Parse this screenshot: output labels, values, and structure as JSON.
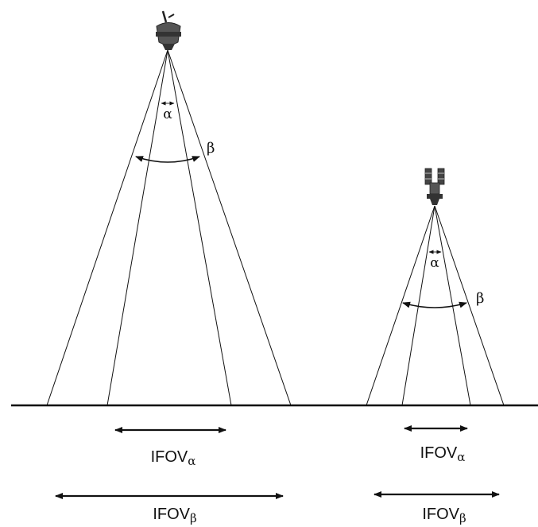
{
  "left_view": {
    "alpha_symbol": "α",
    "beta_symbol": "β",
    "ifov_alpha": {
      "base": "IFOV",
      "sub": "α"
    },
    "ifov_beta": {
      "base": "IFOV",
      "sub": "β"
    }
  },
  "right_view": {
    "alpha_symbol": "α",
    "beta_symbol": "β",
    "ifov_alpha": {
      "base": "IFOV",
      "sub": "α"
    },
    "ifov_beta": {
      "base": "IFOV",
      "sub": "β"
    }
  },
  "colors": {
    "line": "#111111",
    "ground": "#000000",
    "sensor": "#555555"
  },
  "icons": {
    "left_sensor": "satellite-sensor-icon",
    "right_sensor": "spacecraft-sensor-icon"
  }
}
